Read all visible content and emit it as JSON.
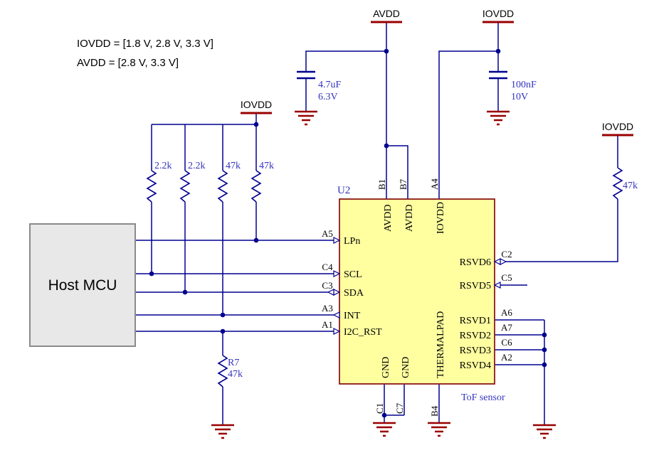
{
  "colors": {
    "wire": "#000090",
    "rail": "#990000",
    "chip_fill": "#FFFFA0",
    "chip_border": "#8B1A1A",
    "mcu_fill": "#E8E8E8",
    "value_text": "#3333BF"
  },
  "notes": {
    "iovdd_range": "IOVDD = [1.8 V, 2.8 V, 3.3 V]",
    "avdd_range": "AVDD = [2.8 V, 3.3 V]"
  },
  "nets": {
    "avdd": "AVDD",
    "iovdd": "IOVDD"
  },
  "host_mcu": {
    "label": "Host MCU"
  },
  "capacitors": {
    "avdd": {
      "value": "4.7uF",
      "voltage": "6.3V"
    },
    "iovdd": {
      "value": "100nF",
      "voltage": "10V"
    }
  },
  "resistors": {
    "pullups": [
      {
        "value": "2.2k"
      },
      {
        "value": "2.2k"
      },
      {
        "value": "47k"
      },
      {
        "value": "47k"
      }
    ],
    "rsvd6_pullup": {
      "value": "47k"
    },
    "r7": {
      "ref": "R7",
      "value": "47k"
    }
  },
  "u2": {
    "refdes": "U2",
    "description": "ToF sensor",
    "left_pins": [
      {
        "name": "LPn",
        "designator": "A5"
      },
      {
        "name": "SCL",
        "designator": "C4"
      },
      {
        "name": "SDA",
        "designator": "C3"
      },
      {
        "name": "INT",
        "designator": "A3"
      },
      {
        "name": "I2C_RST",
        "designator": "A1"
      }
    ],
    "top_pins": [
      {
        "name": "AVDD",
        "designator": "B1"
      },
      {
        "name": "AVDD",
        "designator": "B7"
      },
      {
        "name": "IOVDD",
        "designator": "A4"
      }
    ],
    "bottom_pins": [
      {
        "name": "GND",
        "designator": "C1"
      },
      {
        "name": "GND",
        "designator": "C7"
      },
      {
        "name": "THERMALPAD",
        "designator": "B4"
      }
    ],
    "right_pins": [
      {
        "name": "RSVD6",
        "designator": "C2"
      },
      {
        "name": "RSVD5",
        "designator": "C5"
      },
      {
        "name": "RSVD1",
        "designator": "A6"
      },
      {
        "name": "RSVD2",
        "designator": "A7"
      },
      {
        "name": "RSVD3",
        "designator": "C6"
      },
      {
        "name": "RSVD4",
        "designator": "A2"
      }
    ]
  }
}
